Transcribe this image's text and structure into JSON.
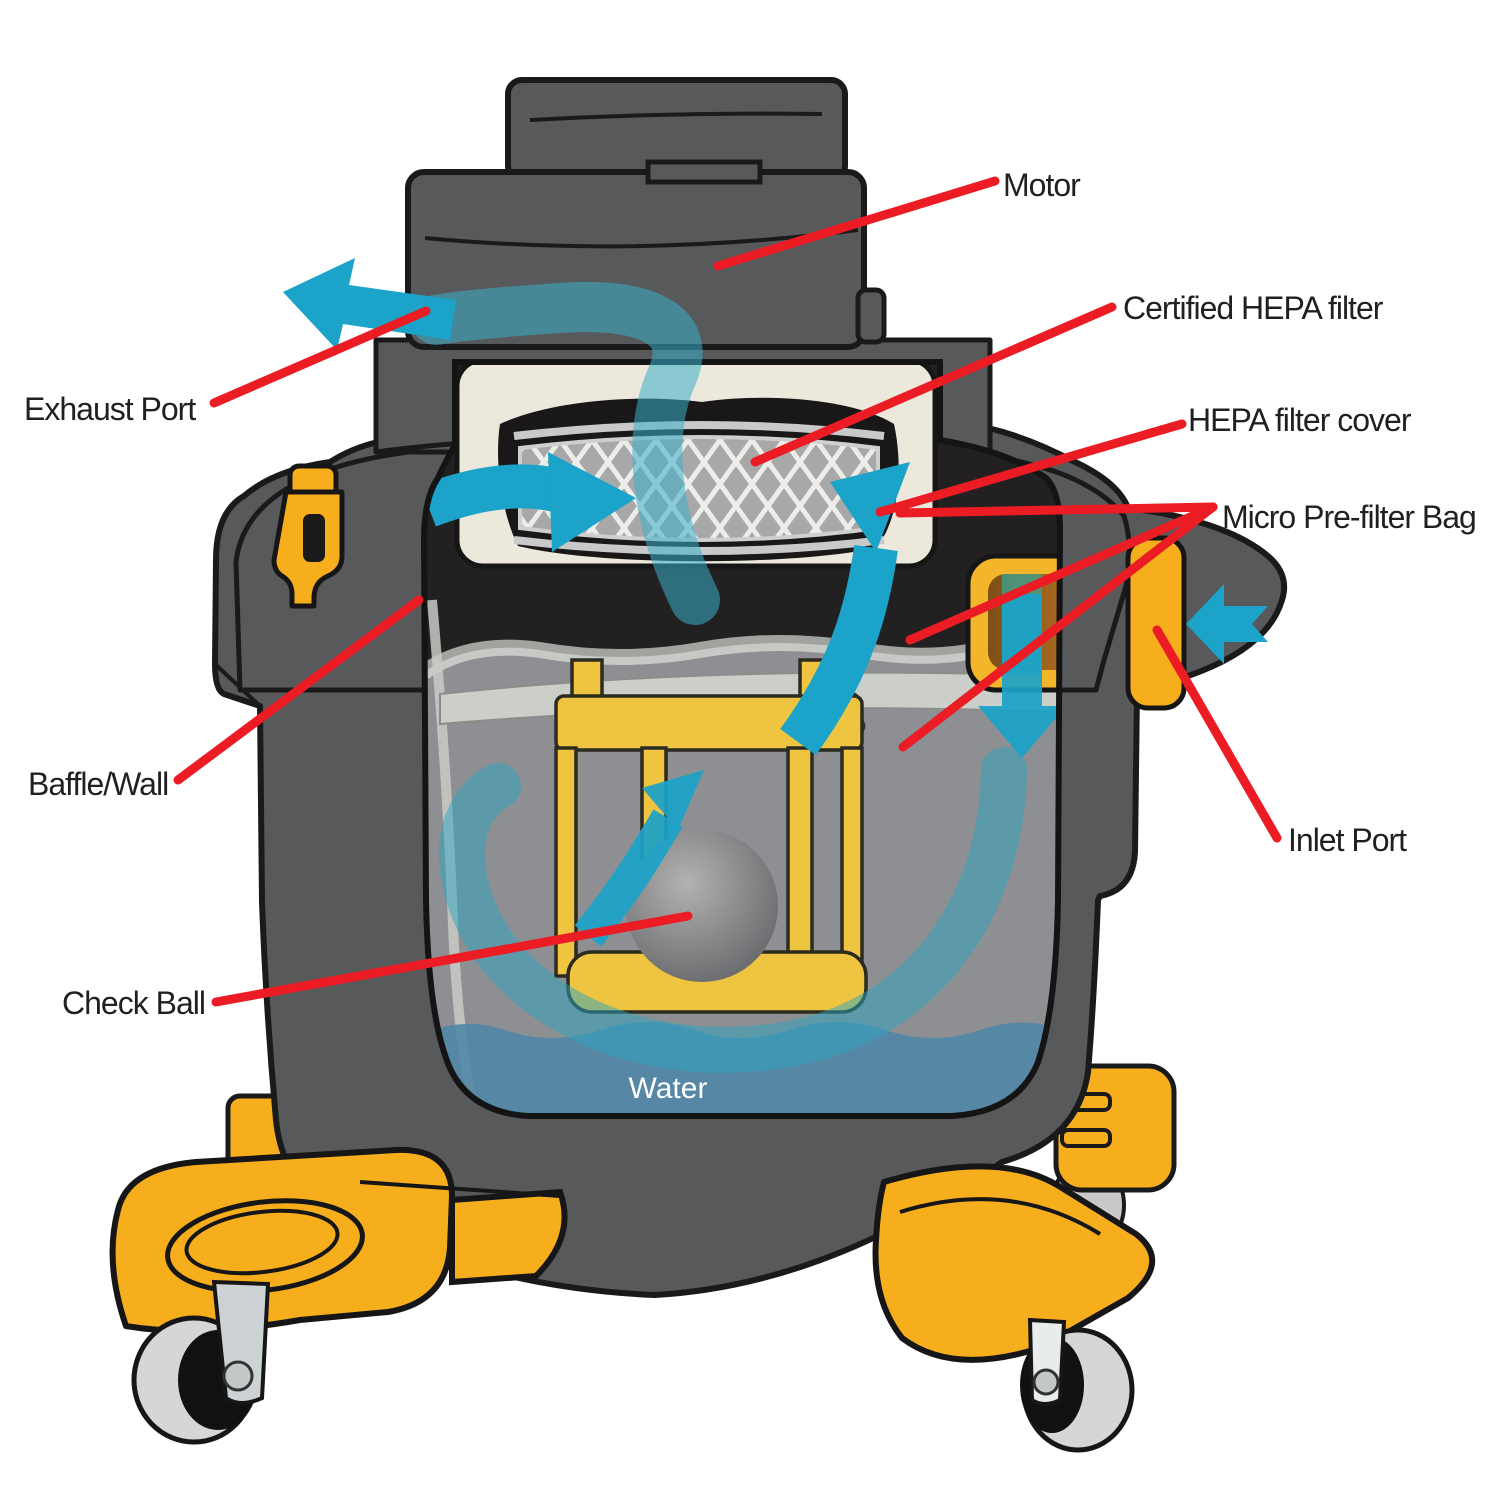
{
  "diagram": {
    "type": "cutaway-illustration",
    "subject": "Wet/dry vacuum airflow cutaway"
  },
  "labels": {
    "motor": "Motor",
    "certified_hepa_filter": "Certified HEPA filter",
    "hepa_filter_cover": "HEPA filter cover",
    "micro_prefilter_bag": "Micro Pre-filter Bag",
    "inlet_port": "Inlet Port",
    "exhaust_port": "Exhaust Port",
    "baffle_wall": "Baffle/Wall",
    "check_ball": "Check Ball",
    "water": "Water"
  },
  "colors": {
    "body_gray": "#58595B",
    "outline": "#1A1A1A",
    "accent_yellow": "#F6AE1D",
    "cage_yellow": "#EEC441",
    "airflow_blue": "#1BA3C9",
    "leader_red": "#EC1C24",
    "water_blue": "#4E86A6",
    "filter_cream": "#ECE9DC",
    "label_text": "#231F20"
  }
}
